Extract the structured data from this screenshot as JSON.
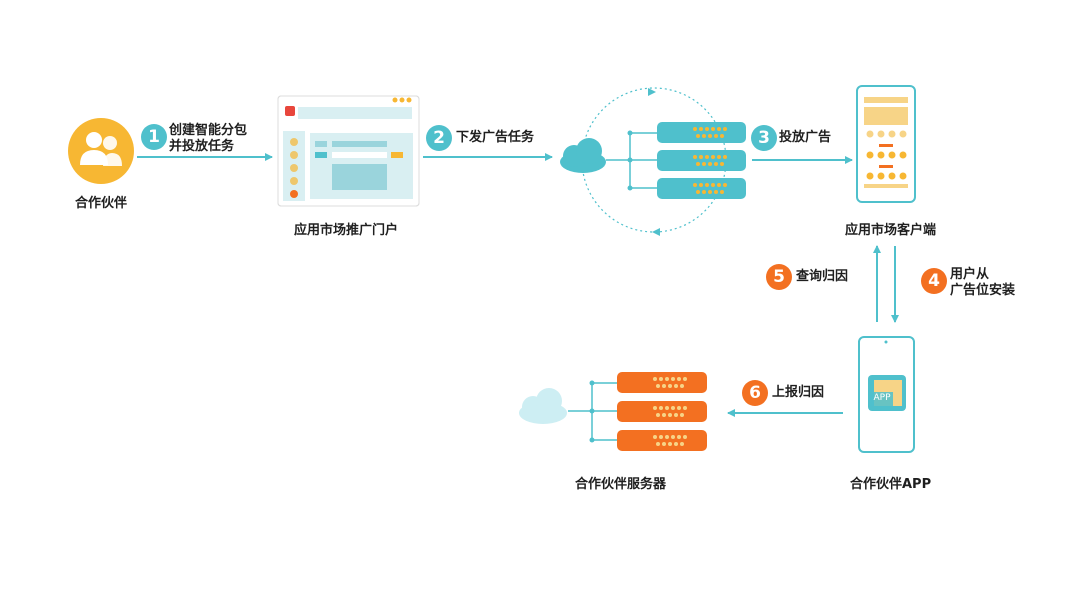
{
  "nodes": {
    "partner": "合作伙伴",
    "portal": "应用市场推广门户",
    "client": "应用市场客户端",
    "partner_server": "合作伙伴服务器",
    "partner_app": "合作伙伴APP",
    "app_icon_text": "APP"
  },
  "steps": [
    {
      "num": "1",
      "line1": "创建智能分包",
      "line2": "并投放任务"
    },
    {
      "num": "2",
      "line1": "下发广告任务",
      "line2": ""
    },
    {
      "num": "3",
      "line1": "投放广告",
      "line2": ""
    },
    {
      "num": "4",
      "line1": "用户从",
      "line2": "广告位安装"
    },
    {
      "num": "5",
      "line1": "查询归因",
      "line2": ""
    },
    {
      "num": "6",
      "line1": "上报归因",
      "line2": ""
    }
  ],
  "colors": {
    "teal": "#4fc0cc",
    "orange": "#f37021",
    "yellow": "#f7b733",
    "cloud": "#cdeef3"
  }
}
